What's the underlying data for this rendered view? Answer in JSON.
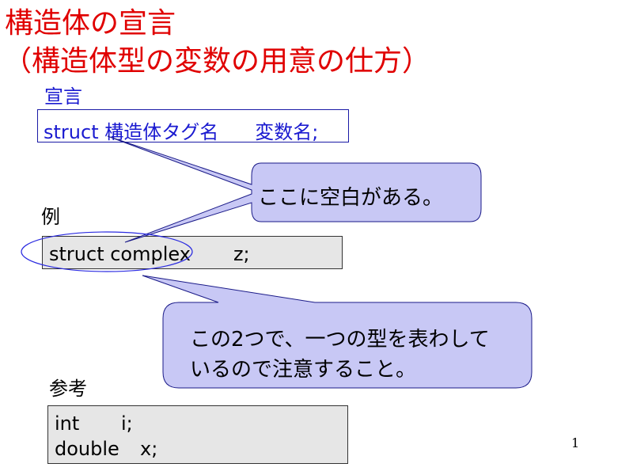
{
  "title": {
    "line1": "構造体の宣言",
    "line2": "（構造体型の変数の用意の仕方）"
  },
  "declaration": {
    "heading": "宣言",
    "code": {
      "keyword": "struct",
      "tag": "構造体タグ名",
      "var": "変数名;"
    }
  },
  "callout_space": "ここに空白がある。",
  "example": {
    "heading": "例",
    "code": {
      "keyword_type": "struct complex",
      "var": "z;"
    }
  },
  "callout_type": {
    "line1": "この2つで、一つの型を表わして",
    "line2": "いるので注意すること。"
  },
  "reference": {
    "heading": "参考",
    "lines": [
      {
        "type": "int",
        "var": "i;"
      },
      {
        "type": "double",
        "var": "x;"
      }
    ]
  },
  "page_number": "1",
  "colors": {
    "title": "#e00000",
    "declaration_text": "#1a1ad0",
    "callout_fill": "#c8c8f5",
    "ellipse_stroke": "#2a2ae0"
  }
}
